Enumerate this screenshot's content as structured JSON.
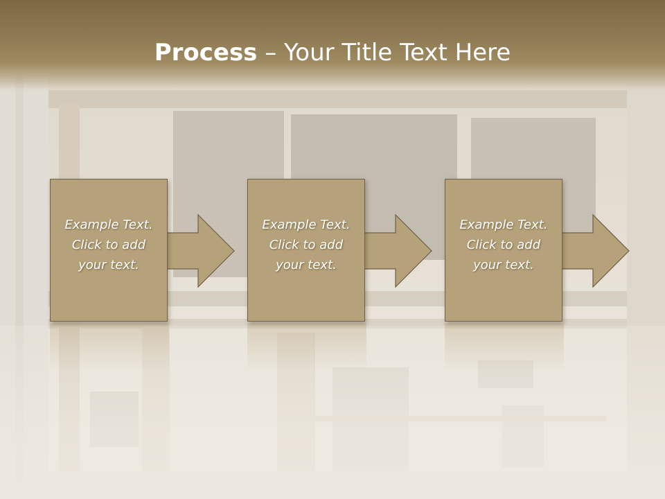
{
  "title": {
    "bold": "Process",
    "rest": " – Your Title Text Here"
  },
  "steps": [
    {
      "lines": [
        "Example Text.",
        "Click  to add",
        "your text."
      ]
    },
    {
      "lines": [
        "Example Text.",
        "Click  to add",
        "your text."
      ]
    },
    {
      "lines": [
        "Example Text.",
        "Click  to add",
        "your text."
      ]
    }
  ],
  "colors": {
    "title_band": "#8e7a52",
    "box_fill": "#b5a27a",
    "box_border": "#6f6047",
    "text": "#ffffff"
  }
}
